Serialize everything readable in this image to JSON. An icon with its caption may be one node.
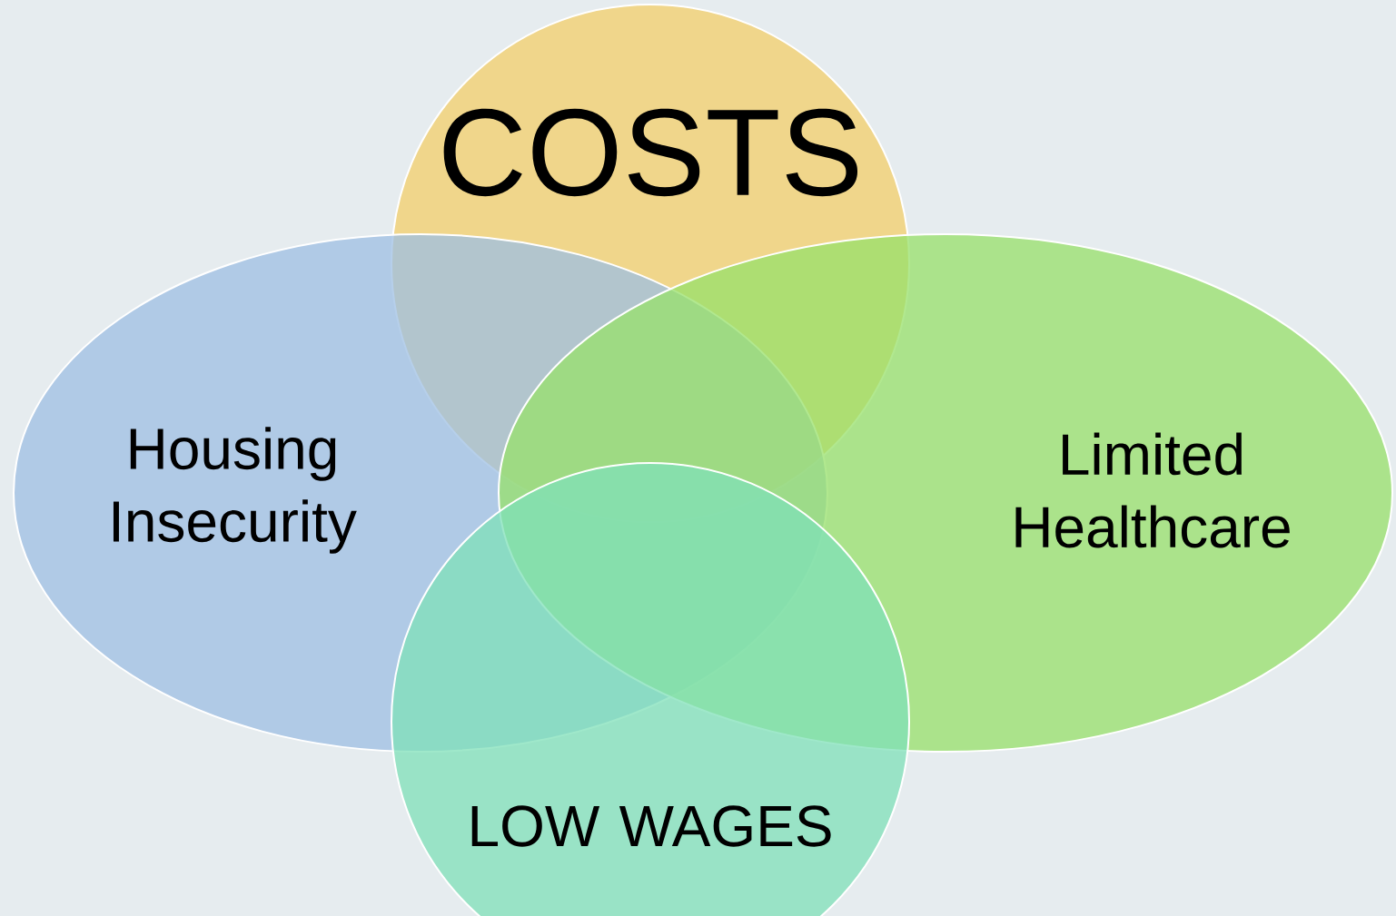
{
  "diagram": {
    "nodes": [
      {
        "text": [
          "COSTS"
        ]
      },
      {
        "text": [
          "Housing Insecurity"
        ]
      },
      {
        "text": [
          "Limited Healthcare"
        ]
      },
      {
        "text": [
          "LOW WAGES"
        ]
      }
    ]
  }
}
